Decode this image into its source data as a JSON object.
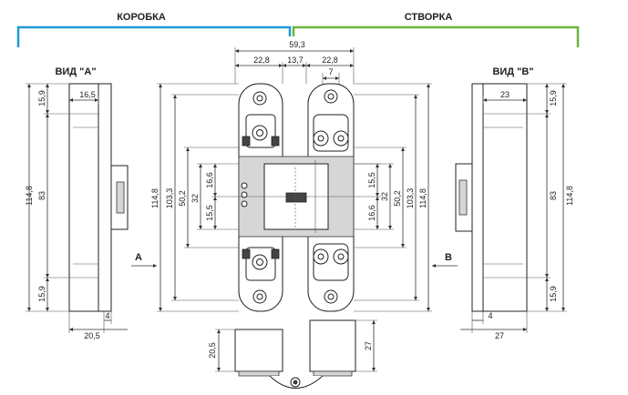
{
  "headers": {
    "frame": "КОРОБКА",
    "leaf": "СТВОРКА"
  },
  "colors": {
    "frame_bracket": "#1e9ad6",
    "leaf_bracket": "#6db33f"
  },
  "views": {
    "a_title": "ВИД \"A\"",
    "b_title": "ВИД \"B\"",
    "arrow_a": "A",
    "arrow_b": "B"
  },
  "dims": {
    "total_width": "59,3",
    "frame_w": "22,8",
    "gap": "13,7",
    "leaf_w": "22,8",
    "leaf_hole": "7",
    "a_top_w": "16,5",
    "a_top_h": "15,9",
    "a_mid_h": "83",
    "a_total_h": "114,8",
    "a_bot_h": "15,9",
    "a_bot_w1": "4",
    "a_bot_w2": "20,5",
    "b_top_w": "23",
    "b_top_h": "15,9",
    "b_mid_h": "83",
    "b_total_h": "114,8",
    "b_bot_h": "15,9",
    "b_bot_w1": "4",
    "b_bot_w2": "27",
    "c_total": "114,8",
    "c_103": "103,3",
    "c_50": "50,2",
    "c_32": "32",
    "c_166": "16,6",
    "c_155": "15,5",
    "r_155": "15,5",
    "r_32": "32",
    "r_166": "16,6",
    "r_50": "50,2",
    "r_103": "103,3",
    "r_total": "114,8",
    "bottom_h1": "20,5",
    "bottom_h2": "27"
  }
}
